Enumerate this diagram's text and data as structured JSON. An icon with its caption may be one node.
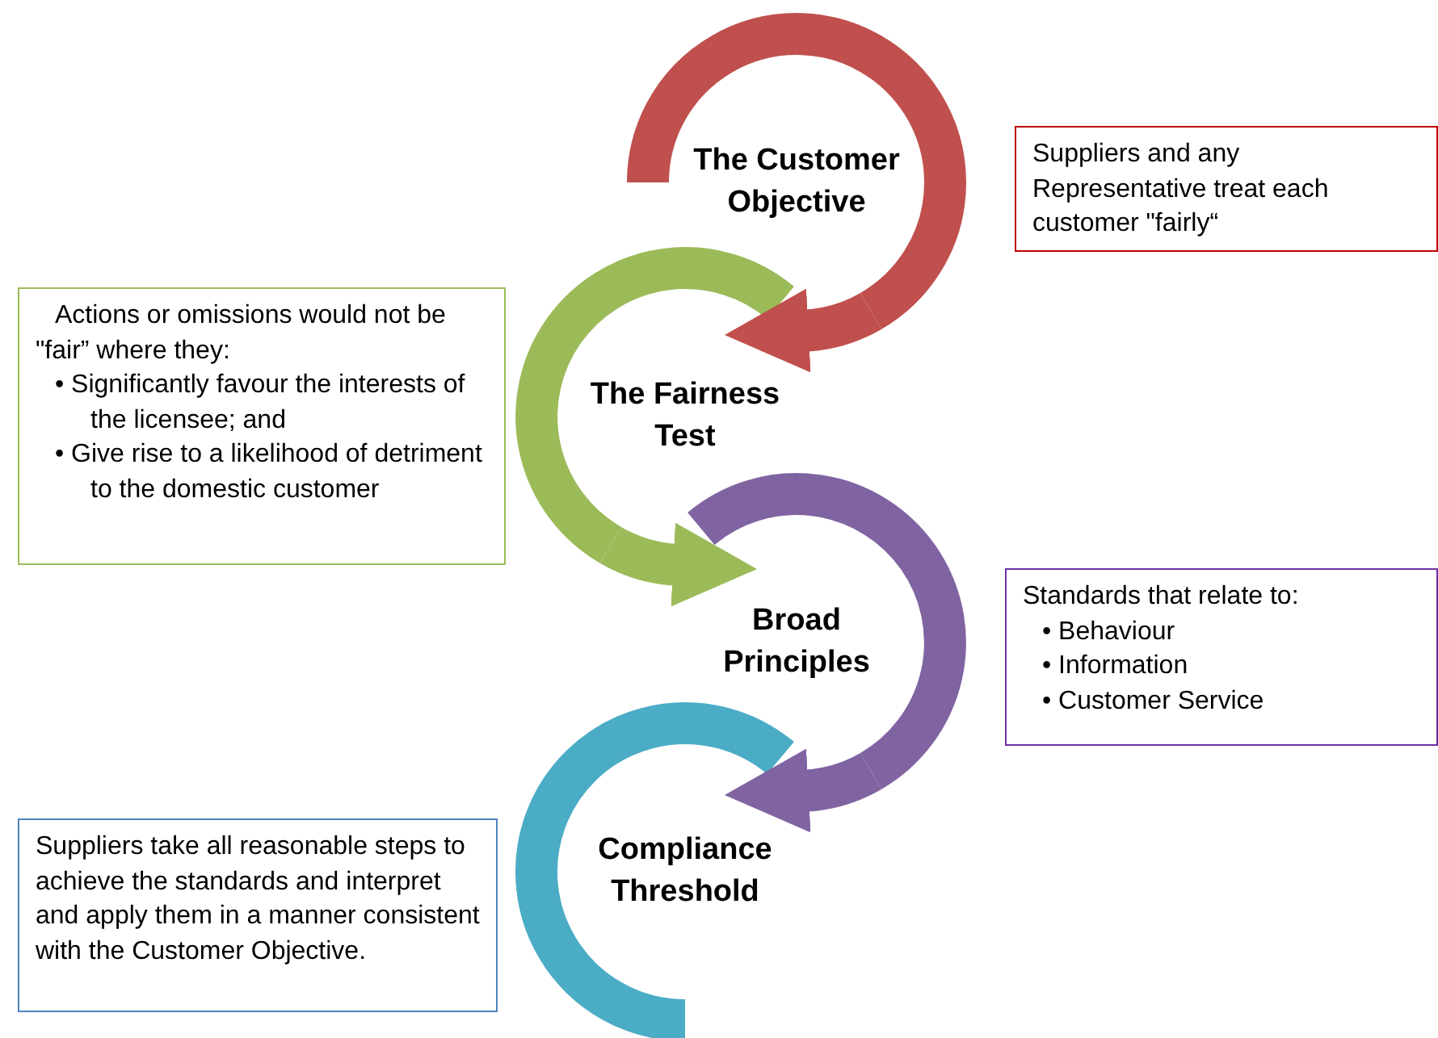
{
  "diagram": {
    "nodes": [
      {
        "text": [
          "The Customer Objective"
        ]
      },
      {
        "text": [
          "Suppliers and any Representative treat each customer \"fairly“"
        ]
      },
      {
        "text": [
          "Actions or omissions would not be \"fair” where they:",
          "• Significantly favour the interests of the licensee; and",
          "• Give rise to a likelihood of detriment to the domestic customer"
        ]
      },
      {
        "text": [
          "The Fairness Test"
        ]
      },
      {
        "text": [
          "Broad Principles"
        ]
      },
      {
        "text": [
          "Standards that relate to:",
          "• Behaviour",
          "• Information",
          "• Customer Service"
        ]
      },
      {
        "text": [
          "Compliance Threshold"
        ]
      },
      {
        "text": [
          "Suppliers take all reasonable steps to achieve the standards and interpret and apply them in a manner consistent with the Customer Objective."
        ]
      }
    ],
    "edges": [
      {
        "from": 0,
        "to": 3,
        "arrow": "to",
        "color": "#c0504d"
      },
      {
        "from": 3,
        "to": 4,
        "arrow": "to",
        "color": "#9bbb59"
      },
      {
        "from": 4,
        "to": 6,
        "arrow": "to",
        "color": "#8064a2"
      }
    ]
  }
}
